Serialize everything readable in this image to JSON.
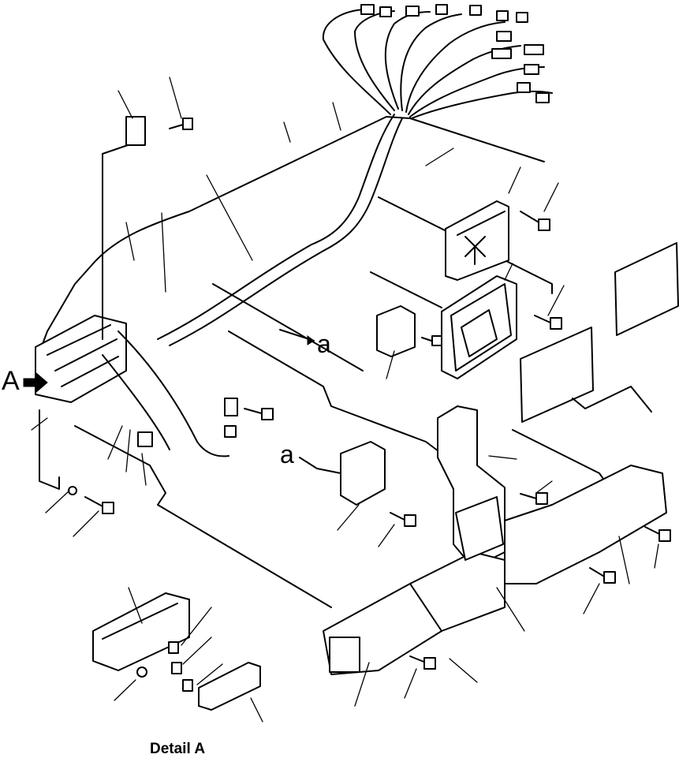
{
  "diagram": {
    "callouts": {
      "view_marker": "A",
      "connection_a_upper": "a",
      "connection_a_lower": "a"
    },
    "detail_title": "Detail  A",
    "colors": {
      "ink": "#000000",
      "paper": "#ffffff"
    },
    "icons": [
      "arrow-right-icon",
      "bolt-icon",
      "connector-icon",
      "relay-icon",
      "fuse-box-icon"
    ]
  }
}
